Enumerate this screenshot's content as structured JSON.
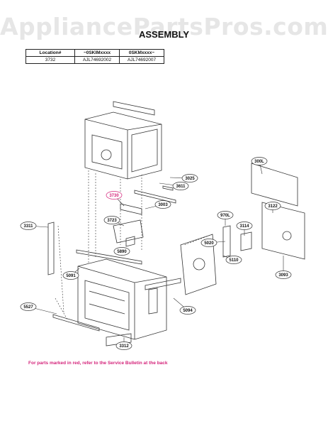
{
  "watermark": "AppliancePartsPros.com",
  "title": "ASSEMBLY",
  "table": {
    "headers": [
      "Location#",
      "~0SKIMxxxx",
      "0SKMxxxx~"
    ],
    "rows": [
      [
        "3732",
        "AJL74692002",
        "AJL74692007"
      ]
    ]
  },
  "labels": [
    "3025",
    "3611",
    "3730",
    "3003",
    "3723",
    "300L",
    "3122",
    "970L",
    "3311",
    "5020",
    "3114",
    "5890",
    "5110",
    "3093",
    "5091",
    "5527",
    "5094",
    "3312"
  ],
  "highlight_label": "3730",
  "colors": {
    "accent": "#d4237a",
    "line": "#333333",
    "watermark": "#e6e6e6"
  },
  "note": "For parts marked in red, refer to the Service Bulletin at the back"
}
